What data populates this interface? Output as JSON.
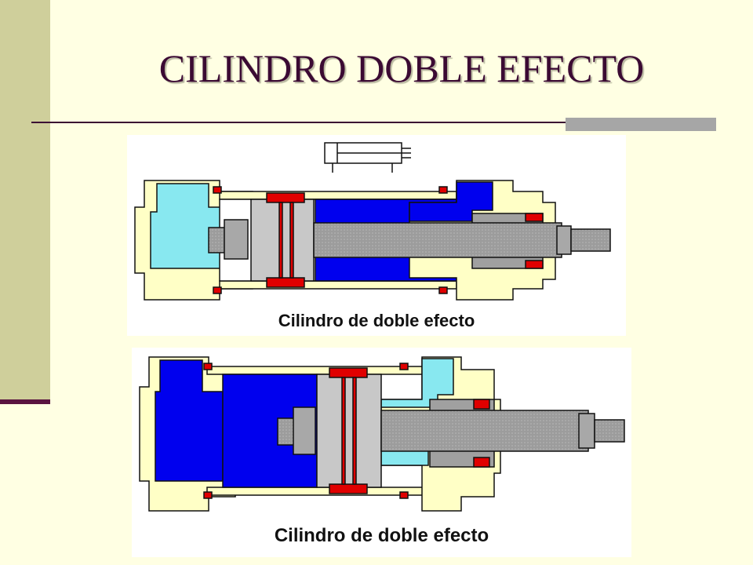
{
  "slide": {
    "title": "CILINDRO DOBLE EFECTO"
  },
  "diagrams": [
    {
      "caption": "Cilindro de doble efecto",
      "state": "retracted",
      "pressurized_chamber": "rod-side"
    },
    {
      "caption": "Cilindro de doble efecto",
      "state": "extending",
      "pressurized_chamber": "cap-side"
    }
  ],
  "colors": {
    "background": "#FFFFE3",
    "band": "#CFCF9B",
    "title": "#3B0A33",
    "pressure_blue": "#0000EE",
    "exhaust_cyan": "#88E8F0",
    "body_cream": "#FFFFC6",
    "seal_red": "#E00000",
    "steel_gray": "#A0A0A0"
  }
}
